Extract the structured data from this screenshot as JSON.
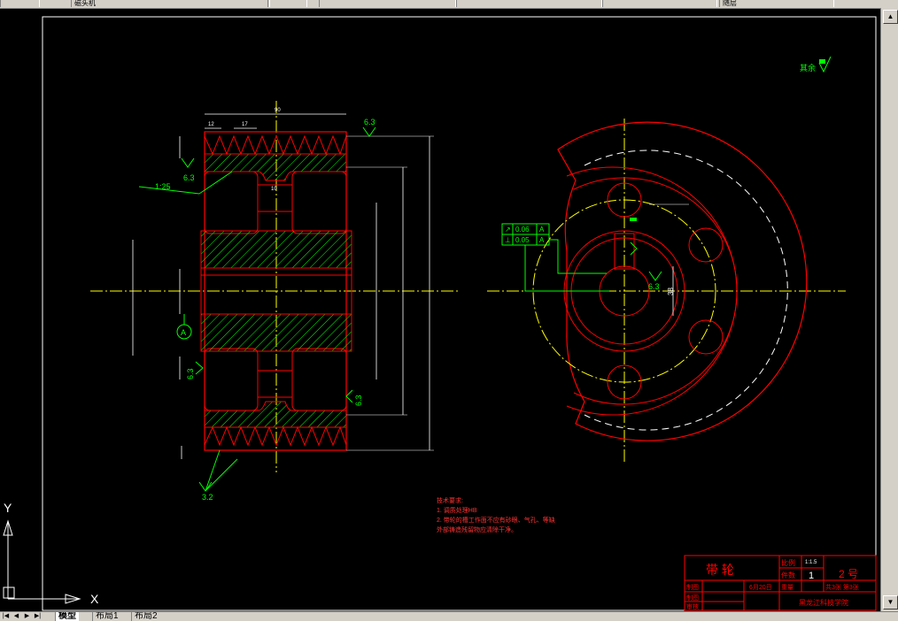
{
  "toolbar": {
    "segments": [
      "磁头机",
      "",
      "",
      "",
      "",
      ""
    ],
    "layer_field": "随层"
  },
  "layout_tabs": [
    "模型",
    "布局1",
    "布局2"
  ],
  "ucs": {
    "x_label": "X",
    "y_label": "Y"
  },
  "drawing": {
    "roughness_note": "其余",
    "roughness_values": [
      "6.3",
      "6.3",
      "6.3",
      "6.3",
      "6.3",
      "3.2"
    ],
    "taper_label": "1:25",
    "datum_label": "A",
    "tolerance_frames": [
      {
        "symbol": "↗",
        "value": "0.06",
        "datum": "A"
      },
      {
        "symbol": "⊥",
        "value": "0.05",
        "datum": "A"
      }
    ],
    "dimension_38": "38",
    "top_dim": "90",
    "groove_dims": [
      "12",
      "17",
      "10"
    ],
    "tech_requirements": {
      "title": "技术要求:",
      "lines": [
        "1. 调质处理HB",
        "2. 带轮的槽工作面不应有砂眼、气孔、等缺",
        "外部铸造残留物应清除干净。"
      ]
    }
  },
  "title_block": {
    "part_name": "带  轮",
    "scale_label": "比例",
    "scale_value": "1:1.5",
    "count_label": "件数",
    "count_value": "1",
    "drawing_no": "2 号",
    "draw_label": "制图",
    "date": "6月20日",
    "weight_label": "重量",
    "sheets": "共3张 第3张",
    "design_label": "制图",
    "review_label": "审核",
    "school": "黑龙江科技学院"
  },
  "colors": {
    "red": "#ff0000",
    "green": "#00ff00",
    "yellow": "#ffff00",
    "white": "#ffffff",
    "background": "#000000",
    "chrome": "#d4d0c8"
  }
}
